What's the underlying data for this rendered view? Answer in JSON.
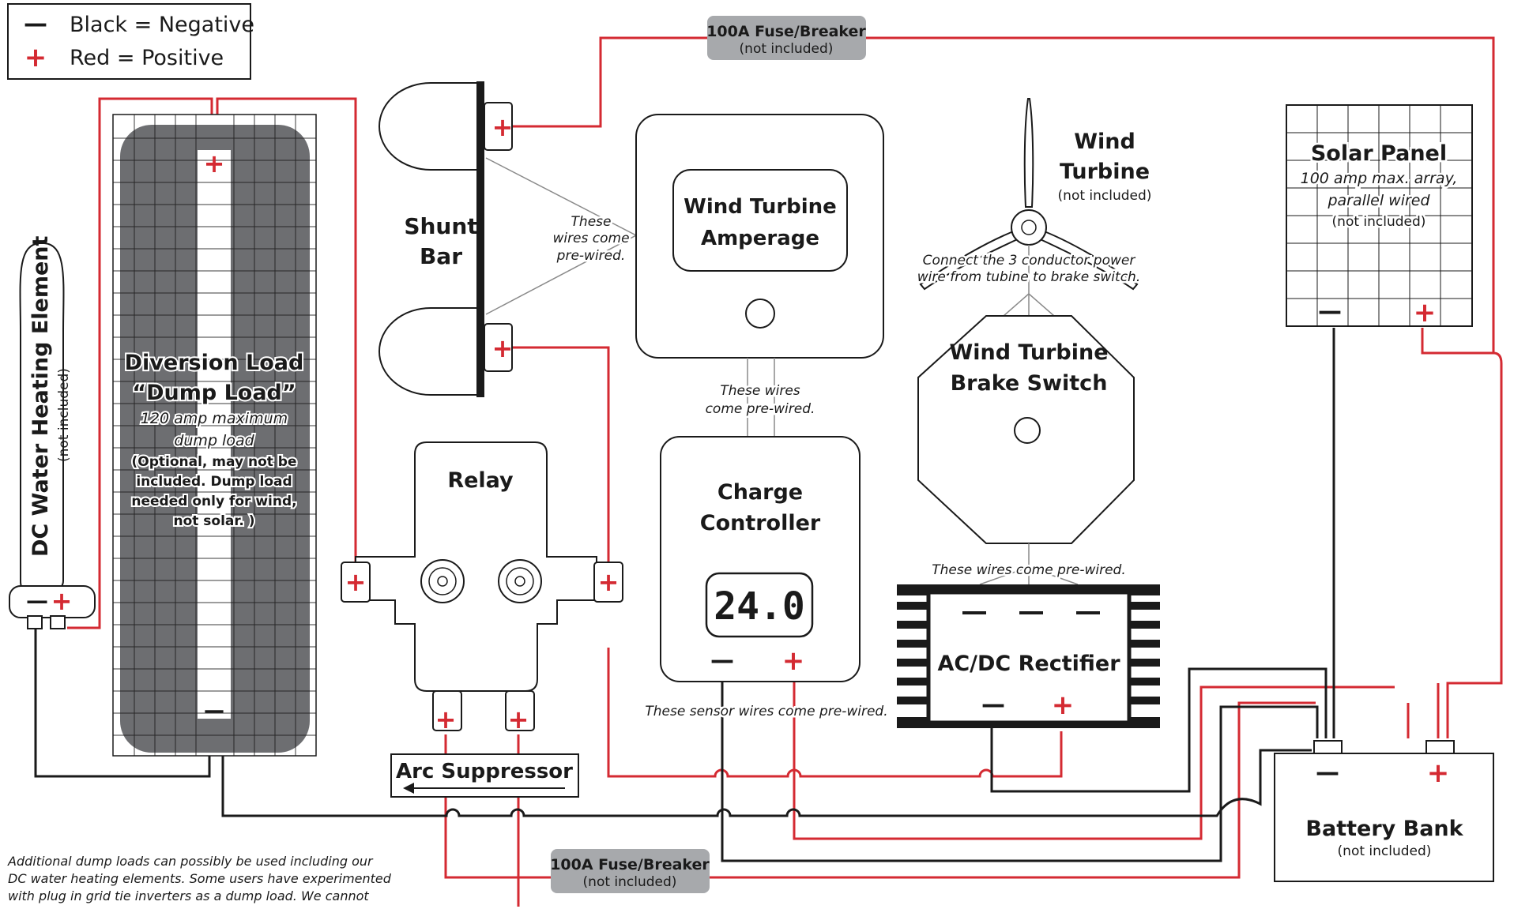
{
  "legend": {
    "black_label": "Black = Negative",
    "red_label": "Red = Positive",
    "black_symbol": "—",
    "red_symbol": "+"
  },
  "colors": {
    "red_wire": "#d42a32",
    "black_wire": "#1a1a1a",
    "fuse_bg": "#a7a9ac",
    "dump_fill": "#6d6e71"
  },
  "fuse_top": {
    "title": "100A Fuse/Breaker",
    "note": "(not included)"
  },
  "fuse_bottom": {
    "title": "100A Fuse/Breaker",
    "note": "(not included)"
  },
  "dc_element": {
    "title": "DC Water Heating Element",
    "note": "(not included)"
  },
  "diversion": {
    "line1": "Diversion Load",
    "line2": "“Dump Load”",
    "line3": "120 amp maximum",
    "line4": "dump load",
    "line5": "(Optional, may not be",
    "line6": "included. Dump load",
    "line7": "needed only for wind,",
    "line8": "not solar. )"
  },
  "shunt": {
    "line1": "Shunt",
    "line2": "Bar"
  },
  "prewired_shunt": {
    "line1": "These",
    "line2": "wires come",
    "line3": "pre-wired."
  },
  "amperage": {
    "line1": "Wind Turbine",
    "line2": "Amperage"
  },
  "prewired_controller": {
    "line1": "These wires",
    "line2": "come pre-wired."
  },
  "controller": {
    "line1": "Charge",
    "line2": "Controller",
    "display": "24.0"
  },
  "sensor_note": "These sensor wires come pre-wired.",
  "relay": {
    "title": "Relay"
  },
  "arc": {
    "title": "Arc Suppressor"
  },
  "turbine": {
    "line1": "Wind",
    "line2": "Turbine",
    "note": "(not included)"
  },
  "connect_note": {
    "line1": "Connect the 3 conductor power",
    "line2": "wire from tubine to brake switch."
  },
  "brake": {
    "line1": "Wind Turbine",
    "line2": "Brake Switch"
  },
  "rectifier_note": "These wires come pre-wired.",
  "rectifier": {
    "title": "AC/DC Rectifier"
  },
  "solar": {
    "title": "Solar Panel",
    "line2": "100 amp max. array,",
    "line3": "parallel wired",
    "note": "(not included)"
  },
  "battery": {
    "title": "Battery Bank",
    "note": "(not included)"
  },
  "footnote": {
    "line1": "Additional dump loads can possibly be used including our",
    "line2": "DC water heating elements. Some users have experimented",
    "line3": "with plug in grid tie inverters as a dump load. We cannot"
  },
  "symbols": {
    "plus": "+",
    "minus": "—"
  }
}
